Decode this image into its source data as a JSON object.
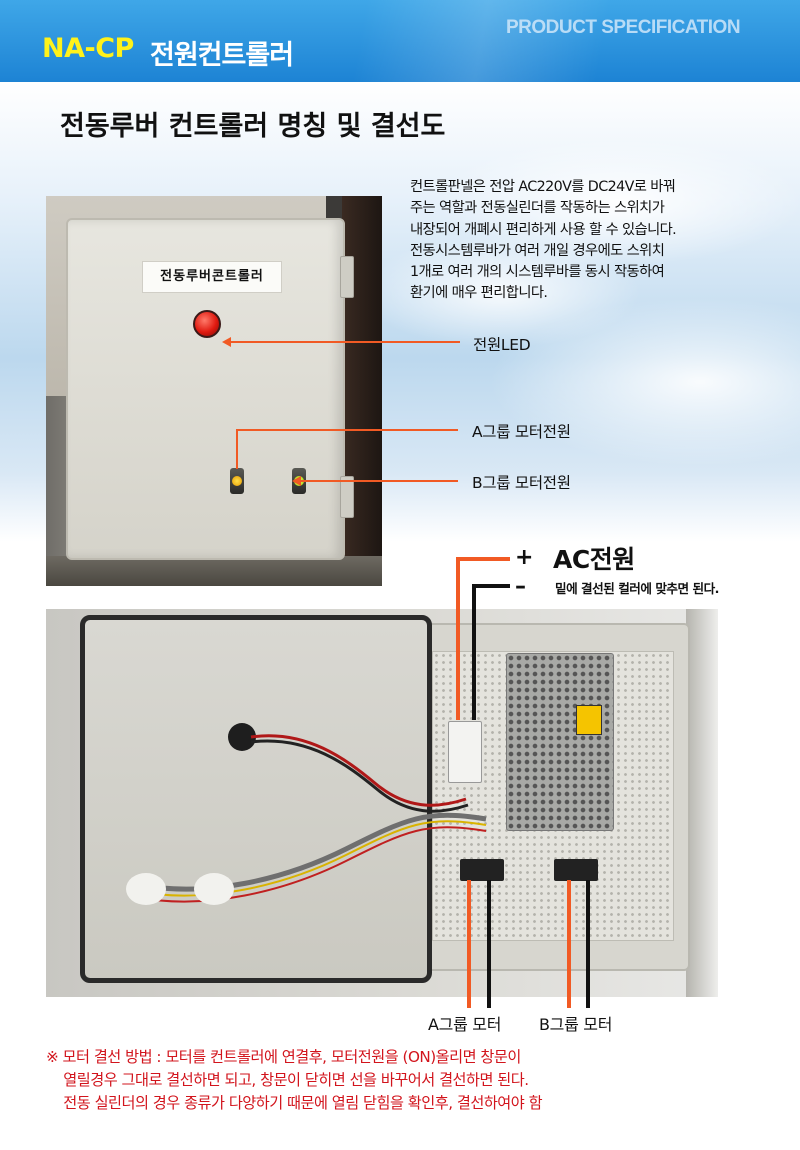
{
  "header": {
    "brand": "NA-CP",
    "title": "전원컨트롤러",
    "spec_label": "PRODUCT SPECIFICATION"
  },
  "section_title": "전동루버 컨트롤러 명칭 및 결선도",
  "description": [
    "컨트롤판넬은 전압 AC220V를 DC24V로 바꿔",
    "주는 역할과 전동실린더를 작동하는 스위치가",
    "내장되어 개폐시 편리하게 사용 할 수 있습니다.",
    "전동시스템루바가 여러 개일 경우에도 스위치",
    "1개로 여러 개의 시스템루바를 동시 작동하여",
    "환기에 매우  편리합니다."
  ],
  "photo1": {
    "box_label": "전동루버콘트롤러"
  },
  "callouts": {
    "power_led": "전원LED",
    "group_a_power": "A그룹 모터전원",
    "group_b_power": "B그룹 모터전원"
  },
  "ac_power": {
    "plus": "+",
    "minus": "–",
    "label": "AC전원",
    "note": "밑에 결선된 컬러에 맞추면 된다."
  },
  "motor_labels": {
    "group_a": "A그룹 모터",
    "group_b": "B그룹 모터"
  },
  "note": [
    "※ 모터 결선 방법 : 모터를 컨트롤러에 연결후, 모터전원을  (ON)올리면 창문이",
    "    열릴경우 그대로 결선하면 되고, 창문이 닫히면 선을 바꾸어서 결선하면 된다.",
    "    전동 실린더의 경우 종류가 다양하기 때문에 열림 닫힘을 확인후, 결선하여야 함"
  ],
  "colors": {
    "header_blue": "#1d83d4",
    "brand_yellow": "#fff21a",
    "callout_orange": "#f15a24",
    "note_red": "#d2141c"
  }
}
